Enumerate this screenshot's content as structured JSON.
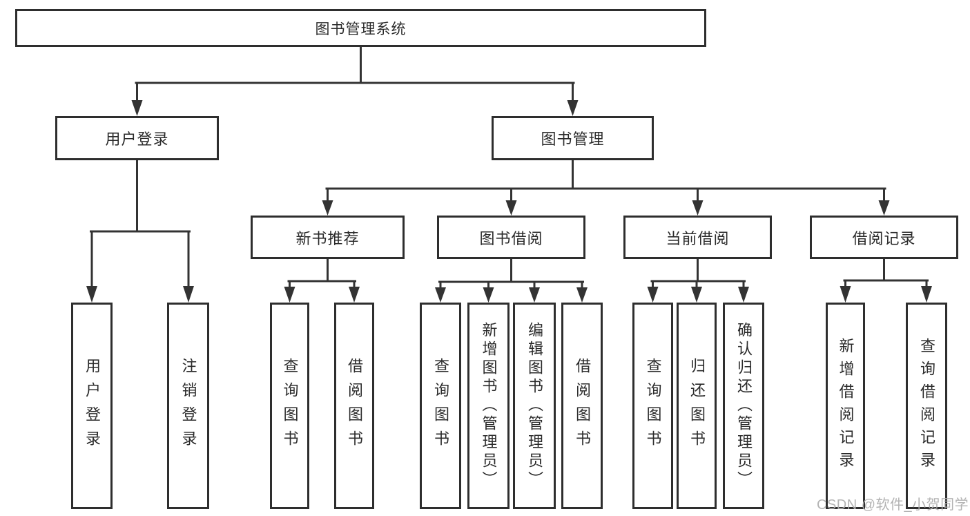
{
  "root": {
    "label": "图书管理系统"
  },
  "level2": [
    {
      "label": "用户登录"
    },
    {
      "label": "图书管理"
    }
  ],
  "level3": [
    {
      "label": "新书推荐",
      "parent": "图书管理"
    },
    {
      "label": "图书借阅",
      "parent": "图书管理"
    },
    {
      "label": "当前借阅",
      "parent": "图书管理"
    },
    {
      "label": "借阅记录",
      "parent": "图书管理"
    }
  ],
  "leaves": [
    {
      "label": "用户登录",
      "parent": "用户登录"
    },
    {
      "label": "注销登录",
      "parent": "用户登录"
    },
    {
      "label": "查询图书",
      "parent": "新书推荐"
    },
    {
      "label": "借阅图书",
      "parent": "新书推荐"
    },
    {
      "label": "查询图书",
      "parent": "图书借阅"
    },
    {
      "label": "新增图书（管理员）",
      "parent": "图书借阅"
    },
    {
      "label": "编辑图书（管理员）",
      "parent": "图书借阅"
    },
    {
      "label": "借阅图书",
      "parent": "图书借阅"
    },
    {
      "label": "查询图书",
      "parent": "当前借阅"
    },
    {
      "label": "归还图书",
      "parent": "当前借阅"
    },
    {
      "label": "确认归还（管理员）",
      "parent": "当前借阅"
    },
    {
      "label": "新增借阅记录",
      "parent": "借阅记录"
    },
    {
      "label": "查询借阅记录",
      "parent": "借阅记录"
    }
  ],
  "watermark": "CSDN @软件_小贺同学",
  "colors": {
    "line": "#333333",
    "border": "#2e2e2e",
    "text": "#2b2b2b",
    "watermark": "#afafaf",
    "background": "#ffffff"
  }
}
